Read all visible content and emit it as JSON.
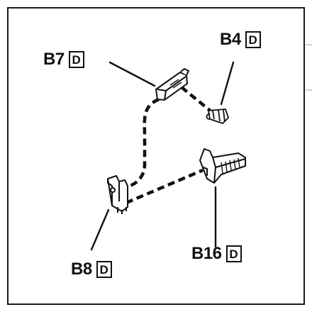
{
  "callouts": {
    "b4": {
      "label": "B4",
      "badge": "D"
    },
    "b7": {
      "label": "B7",
      "badge": "D"
    },
    "b8": {
      "label": "B8",
      "badge": "D"
    },
    "b16": {
      "label": "B16",
      "badge": "D"
    }
  },
  "colors": {
    "ink": "#111111",
    "frame": "#1a1a1a",
    "part_fill": "#ffffff",
    "part_shade": "#e4e4e4"
  }
}
